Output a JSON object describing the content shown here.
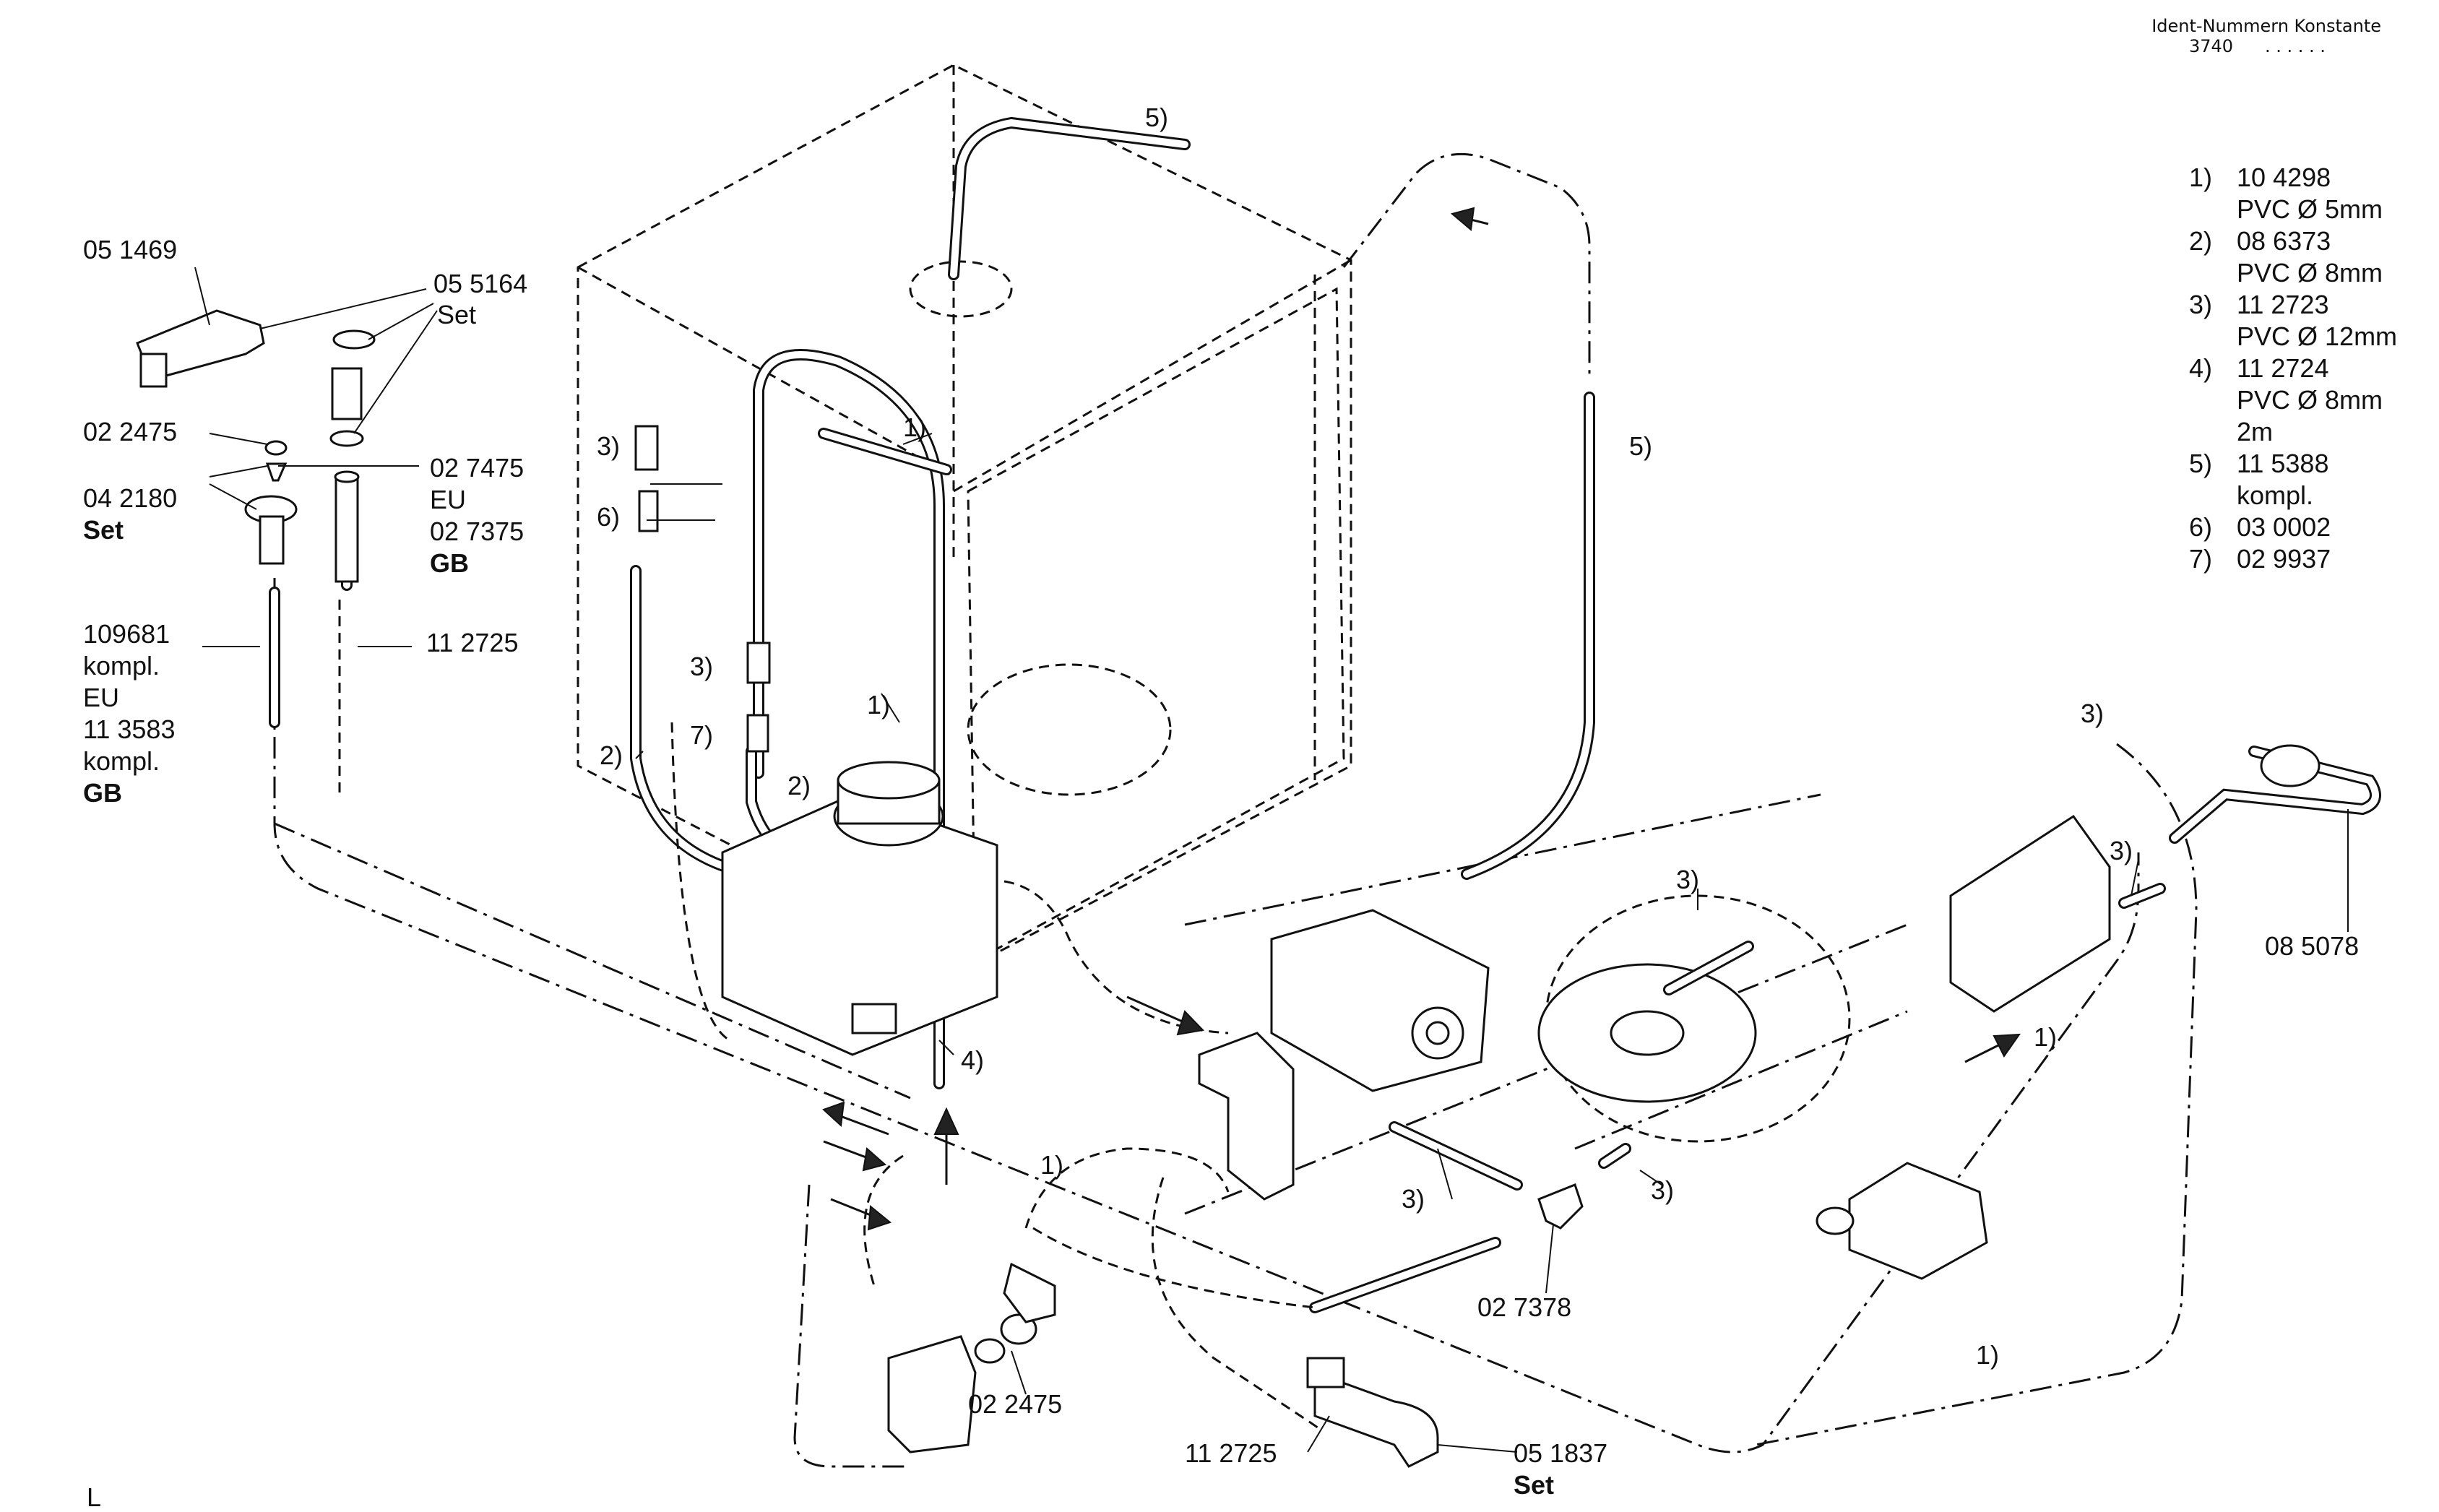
{
  "header": {
    "title": "Ident-Nummern Konstante",
    "number": "3740",
    "suffix": ". .   . . . ."
  },
  "legend": [
    {
      "num": "1)",
      "code": "10 4298",
      "desc": "PVC Ø 5mm"
    },
    {
      "num": "2)",
      "code": "08 6373",
      "desc": "PVC Ø 8mm"
    },
    {
      "num": "3)",
      "code": "11 2723",
      "desc": "PVC Ø 12mm"
    },
    {
      "num": "4)",
      "code": "11 2724",
      "desc": "PVC Ø 8mm",
      "extra": "2m"
    },
    {
      "num": "5)",
      "code": "11 5388",
      "desc": "kompl."
    },
    {
      "num": "6)",
      "code": "03 0002"
    },
    {
      "num": "7)",
      "code": "02 9937"
    }
  ],
  "parts": {
    "p051469": "05 1469",
    "p055164": "05 5164",
    "p055164_set": "Set",
    "p022475_top": "02 2475",
    "p042180": "04 2180",
    "p042180_set": "Set",
    "p027475": "02 7475",
    "p027475_eu": "EU",
    "p027375": "02 7375",
    "p027375_gb": "GB",
    "p109681": "109681",
    "p109681_kompl": "kompl.",
    "p109681_eu": "EU",
    "p113583": "11 3583",
    "p113583_kompl": "kompl.",
    "p113583_gb": "GB",
    "p112725_top": "11 2725",
    "p085078": "08 5078",
    "p027378": "02 7378",
    "p022475_bottom": "02 2475",
    "p112725_bottom": "11 2725",
    "p051837": "05 1837",
    "p051837_set": "Set"
  },
  "refs": {
    "r1_a": "1)",
    "r1_b": "1)",
    "r1_c": "1)",
    "r1_d": "1)",
    "r1_e": "1)",
    "r2_a": "2)",
    "r2_b": "2)",
    "r3_a": "3)",
    "r3_b": "3)",
    "r3_c": "3)",
    "r3_d": "3)",
    "r3_e": "3)",
    "r3_f": "3)",
    "r3_g": "3)",
    "r4": "4)",
    "r5_a": "5)",
    "r5_b": "5)",
    "r6": "6)",
    "r7": "7)"
  },
  "corner_mark": "L"
}
